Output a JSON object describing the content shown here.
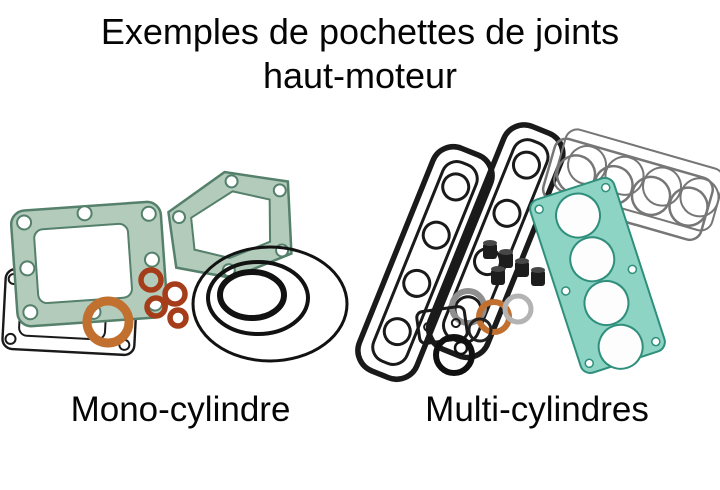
{
  "title": {
    "line1": "Exemples de pochettes de joints",
    "line2": "haut-moteur"
  },
  "labels": {
    "mono": "Mono-cylindre",
    "multi": "Multi-cylindres"
  },
  "colors": {
    "background": "#ffffff",
    "text": "#050505",
    "gasket_green": "#b3cbbB",
    "gasket_green_dark": "#55806b",
    "gasket_teal": "#8ed4c4",
    "gasket_teal_dark": "#2f8f7c",
    "copper": "#c1702f",
    "rust": "#a63d1a",
    "outline_black": "#1a1a1a",
    "outline_grey": "#767676"
  }
}
